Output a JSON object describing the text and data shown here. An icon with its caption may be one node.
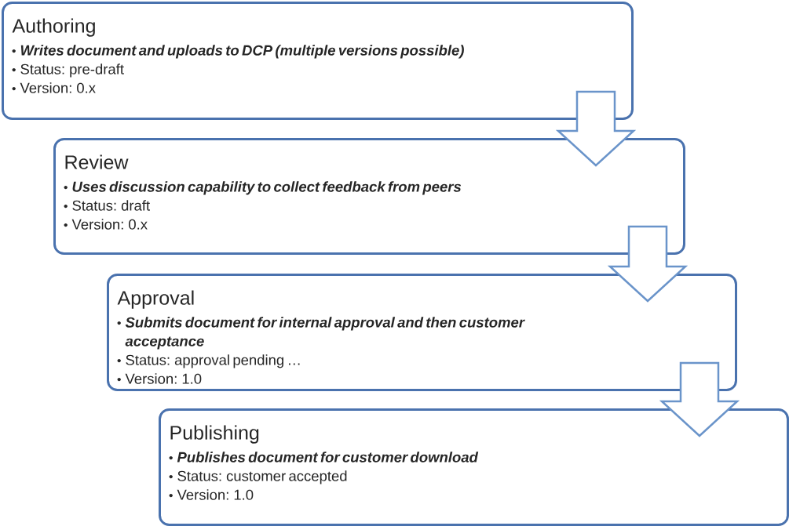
{
  "diagram": {
    "nodes": [
      {
        "text": [
          "Authoring",
          "Writes document and uploads to DCP (multiple versions possible)",
          "Status: pre-draft",
          "Version: 0.x"
        ]
      },
      {
        "text": [
          "Review",
          "Uses discussion capability to collect feedback from peers",
          "Status: draft",
          "Version: 0.x"
        ]
      },
      {
        "text": [
          "Approval",
          "Submits document for internal approval and then customer acceptance",
          "Status: approval pending …",
          "Version: 1.0"
        ]
      },
      {
        "text": [
          "Publishing",
          "Publishes document for customer download",
          "Status: customer accepted",
          "Version: 1.0"
        ]
      }
    ],
    "edges": [
      {
        "from": 0,
        "to": 1,
        "arrow": "to"
      },
      {
        "from": 1,
        "to": 2,
        "arrow": "to"
      },
      {
        "from": 2,
        "to": 3,
        "arrow": "to"
      }
    ]
  }
}
